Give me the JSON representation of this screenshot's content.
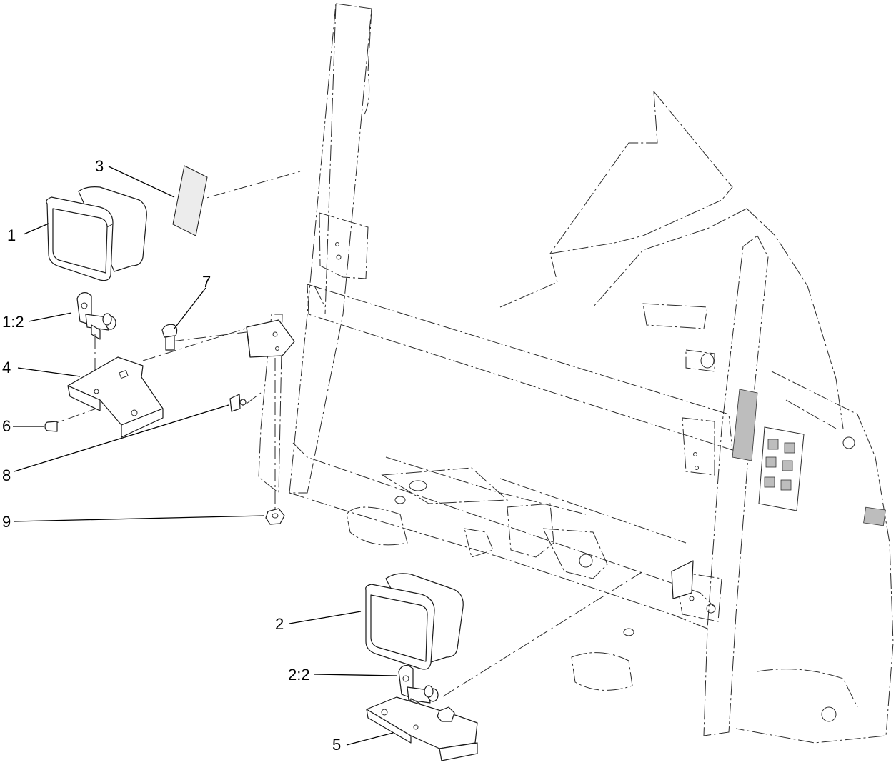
{
  "callouts": {
    "c1": "1",
    "c1_2": "1:2",
    "c2": "2",
    "c2_2": "2:2",
    "c3": "3",
    "c4": "4",
    "c5": "5",
    "c6": "6",
    "c7": "7",
    "c8": "8",
    "c9": "9"
  },
  "colors": {
    "line": "#000000",
    "background": "#ffffff"
  }
}
